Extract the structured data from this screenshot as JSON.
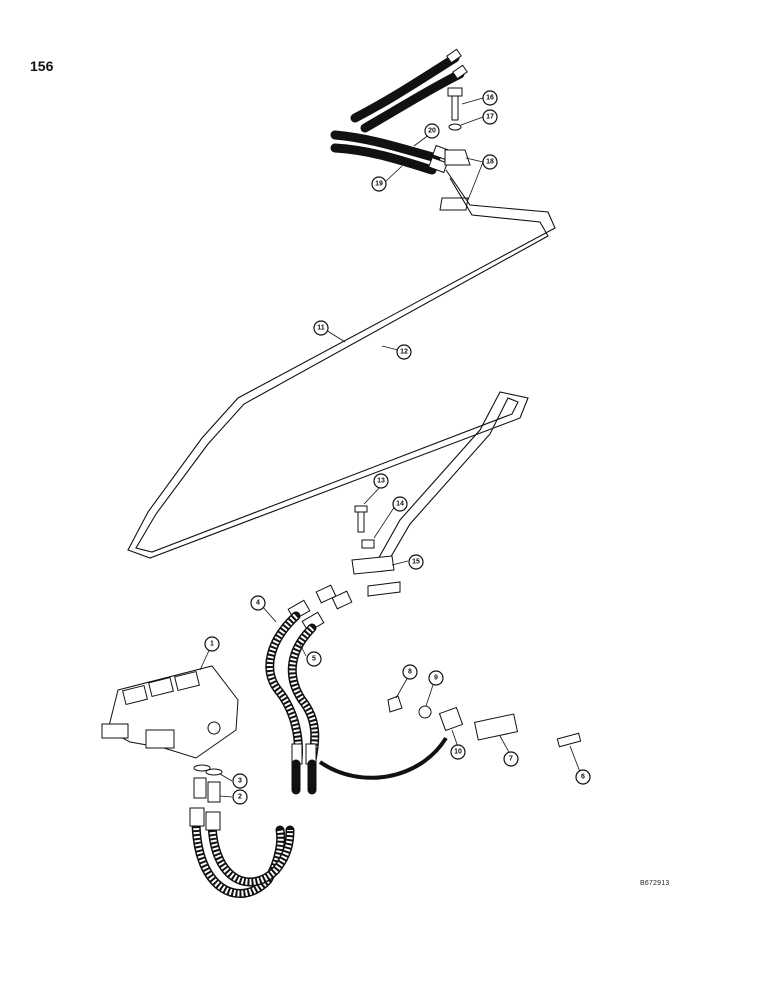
{
  "page": {
    "number": "156",
    "drawing_code": "B672913"
  },
  "callouts": [
    {
      "id": "1",
      "label": "1"
    },
    {
      "id": "2",
      "label": "2"
    },
    {
      "id": "3",
      "label": "3"
    },
    {
      "id": "4",
      "label": "4"
    },
    {
      "id": "5",
      "label": "5"
    },
    {
      "id": "6",
      "label": "6"
    },
    {
      "id": "7",
      "label": "7"
    },
    {
      "id": "8",
      "label": "8"
    },
    {
      "id": "9",
      "label": "9"
    },
    {
      "id": "10",
      "label": "10"
    },
    {
      "id": "11",
      "label": "11"
    },
    {
      "id": "12",
      "label": "12"
    },
    {
      "id": "13",
      "label": "13"
    },
    {
      "id": "14",
      "label": "14"
    },
    {
      "id": "15",
      "label": "15"
    },
    {
      "id": "16",
      "label": "16"
    },
    {
      "id": "17",
      "label": "17"
    },
    {
      "id": "18",
      "label": "18"
    },
    {
      "id": "19",
      "label": "19"
    },
    {
      "id": "20",
      "label": "20"
    }
  ]
}
